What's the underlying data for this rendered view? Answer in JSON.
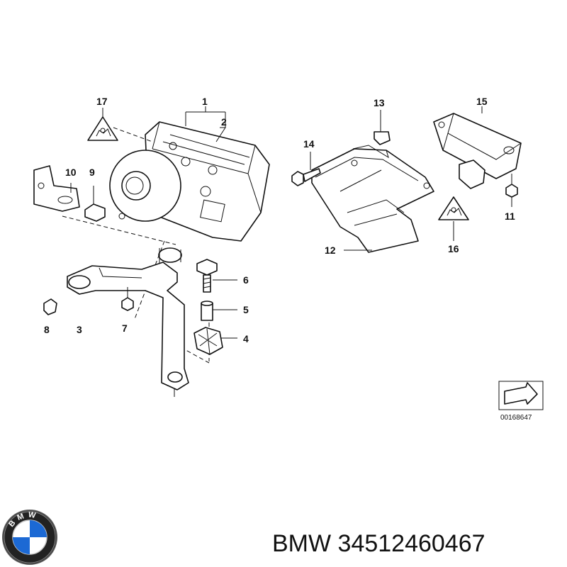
{
  "callouts": {
    "c1": "1",
    "c2": "2",
    "c3": "3",
    "c4": "4",
    "c5": "5",
    "c6": "6",
    "c7": "7",
    "c8": "8",
    "c9": "9",
    "c10": "10",
    "c11": "11",
    "c12": "12",
    "c13": "13",
    "c14": "14",
    "c15": "15",
    "c16": "16",
    "c17": "17"
  },
  "diagram_code": "00168647",
  "brand": {
    "logo_letters": "BMW",
    "caption": "BMW 34512460467"
  }
}
